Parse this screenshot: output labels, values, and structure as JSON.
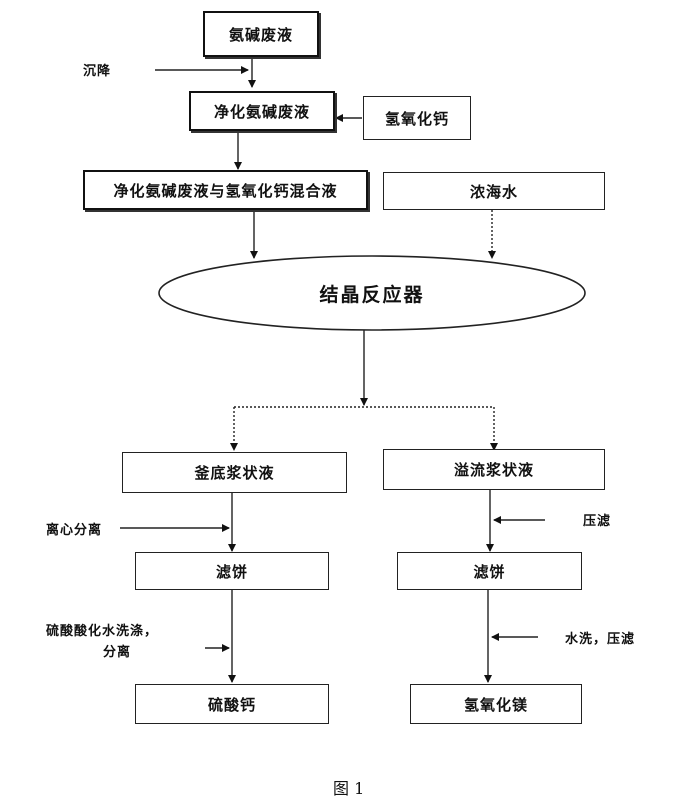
{
  "nodes": {
    "waste_liquid": "氨碱废液",
    "purified_waste": "净化氨碱废液",
    "calcium_hydroxide": "氢氧化钙",
    "mixed_liquid": "净化氨碱废液与氢氧化钙混合液",
    "concentrated_seawater": "浓海水",
    "reactor": "结晶反应器",
    "bottom_slurry": "釜底浆状液",
    "overflow_slurry": "溢流浆状液",
    "filter_cake_left": "滤饼",
    "filter_cake_right": "滤饼",
    "calcium_sulfate": "硫酸钙",
    "magnesium_hydroxide": "氢氧化镁"
  },
  "labels": {
    "settling": "沉降",
    "centrifuge": "离心分离",
    "acid_wash_1": "硫酸酸化水洗涤，",
    "acid_wash_2": "分离",
    "press_filter": "压滤",
    "water_wash": "水洗，压滤"
  },
  "caption": "图 1"
}
